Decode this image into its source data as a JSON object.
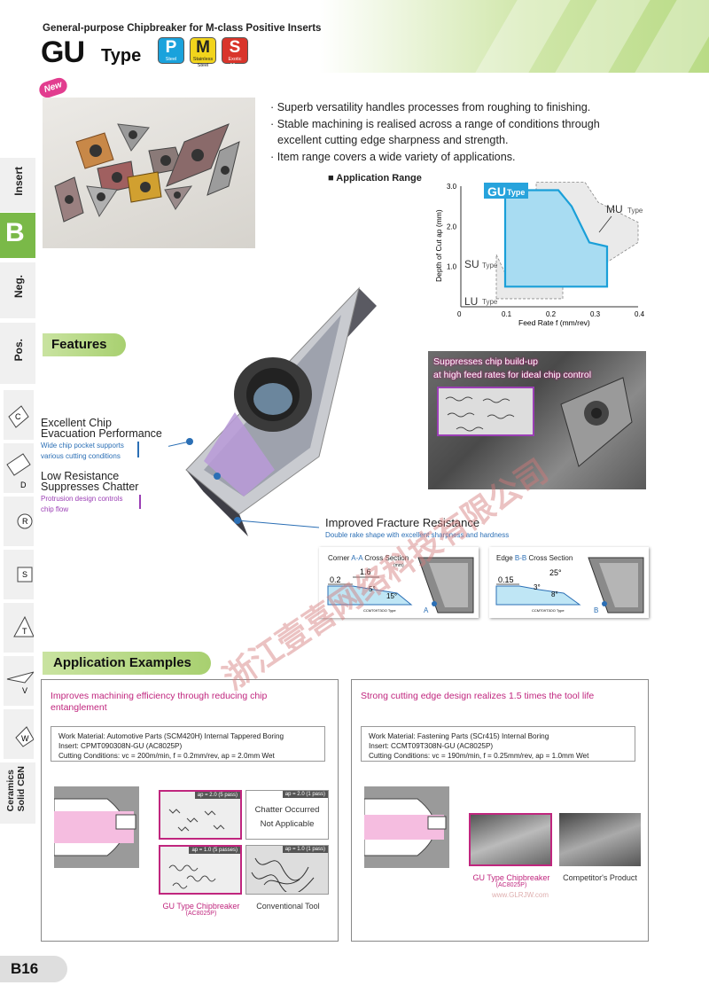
{
  "header": {
    "subtitle": "General-purpose Chipbreaker for M-class Positive Inserts",
    "title": "GU",
    "title_suffix": "Type",
    "badges": [
      {
        "letter": "P",
        "label": "Steel",
        "color": "#1aa2dc"
      },
      {
        "letter": "M",
        "label": "Stainless Steel",
        "color": "#f2d41c"
      },
      {
        "letter": "S",
        "label": "Exotic Alloy",
        "color": "#d9352b"
      }
    ]
  },
  "new_badge": "New",
  "sidebar": {
    "insert": "Insert",
    "active": "B",
    "neg": "Neg.",
    "pos": "Pos.",
    "shapes": [
      "C",
      "D",
      "R",
      "S",
      "T",
      "V",
      "W"
    ],
    "bottom": "Ceramics\nSolid CBN"
  },
  "bullets": [
    "· Superb versatility handles processes from roughing to finishing.",
    "· Stable machining is realised across a range of conditions through",
    "  excellent cutting edge sharpness and strength.",
    "· Item range covers a wide variety of applications."
  ],
  "chart_data": {
    "type": "area",
    "title": "Application Range",
    "xlabel": "Feed Rate f (mm/rev)",
    "ylabel": "Depth of Cut ap (mm)",
    "xlim": [
      0,
      0.4
    ],
    "ylim": [
      0,
      3.0
    ],
    "x_ticks": [
      "0",
      "0.1",
      "0.2",
      "0.3",
      "0.4"
    ],
    "y_ticks": [
      "1.0",
      "2.0",
      "3.0"
    ],
    "series": [
      {
        "name": "GU Type",
        "color": "#5bc6ec",
        "points": [
          [
            0.1,
            0.5
          ],
          [
            0.1,
            2.9
          ],
          [
            0.22,
            2.9
          ],
          [
            0.25,
            2.5
          ],
          [
            0.29,
            1.6
          ],
          [
            0.33,
            1.5
          ],
          [
            0.33,
            0.5
          ]
        ]
      },
      {
        "name": "MU Type",
        "color": "#d8d8d8",
        "points": [
          [
            0.17,
            0.9
          ],
          [
            0.17,
            3.1
          ],
          [
            0.28,
            3.1
          ],
          [
            0.31,
            2.6
          ],
          [
            0.4,
            2.1
          ],
          [
            0.4,
            1.6
          ],
          [
            0.3,
            0.9
          ]
        ]
      },
      {
        "name": "SU Type",
        "color": "#d8d8d8",
        "points": [
          [
            0.1,
            0.5
          ],
          [
            0.1,
            2.4
          ],
          [
            0.22,
            2.4
          ],
          [
            0.22,
            1.2
          ],
          [
            0.26,
            1.2
          ],
          [
            0.26,
            0.5
          ]
        ]
      },
      {
        "name": "LU Type",
        "color": "#d8d8d8",
        "points": [
          [
            0.08,
            0.2
          ],
          [
            0.08,
            1.3
          ],
          [
            0.11,
            0.6
          ],
          [
            0.23,
            0.6
          ],
          [
            0.23,
            0.2
          ]
        ]
      }
    ],
    "labels": {
      "gu": "GU",
      "gu_suffix": "Type",
      "mu": "MU",
      "su": "SU",
      "lu": "LU",
      "type": "Type"
    }
  },
  "features": {
    "heading": "Features",
    "evac_title_1": "Excellent Chip",
    "evac_title_2": "Evacuation Performance",
    "evac_desc_1": "Wide chip pocket supports",
    "evac_desc_2": "various cutting conditions",
    "chatter_title_1": "Low Resistance",
    "chatter_title_2": "Suppresses Chatter",
    "chatter_desc_1": "Protrusion design controls",
    "chatter_desc_2": "chip flow",
    "fracture_title": "Improved Fracture Resistance",
    "fracture_desc": "Double rake shape with excellent sharpness and hardness",
    "photo_caption_1": "Suppresses chip build-up",
    "photo_caption_2": "at high feed rates for ideal chip control"
  },
  "sections": {
    "corner_title_pre": "Corner ",
    "corner_title_hl": "A-A",
    "corner_title_post": " Cross Section",
    "corner_unit": "(mm)",
    "corner_v1": "0.2",
    "corner_v2": "1.6",
    "corner_a1": "5°",
    "corner_a2": "15°",
    "corner_marker": "A",
    "corner_code": "CCMT09T3OO Type",
    "edge_title_pre": "Edge ",
    "edge_title_hl": "B-B",
    "edge_title_post": " Cross Section",
    "edge_v1": "0.15",
    "edge_a1": "25°",
    "edge_a2": "3°",
    "edge_a3": "8°",
    "edge_marker": "B",
    "edge_code": "CCMT09T3OO Type"
  },
  "examples": {
    "heading": "Application Examples",
    "left": {
      "title_1": "Improves machining efficiency through reducing chip",
      "title_2": "entanglement",
      "line1": "Work Material: Automotive Parts (SCM420H) Internal Tappered Boring",
      "line2": "Insert: CPMT090308N-GU (AC8025P)",
      "line3": "Cutting Conditions: vc = 200m/min, f = 0.2mm/rev, ap = 2.0mm Wet",
      "tag_20_5": "ap = 2.0 (5 pass)",
      "tag_20_1": "ap = 2.0 (1 pass)",
      "tag_10_5": "ap = 1.0 (5 passes)",
      "tag_10_1": "ap = 1.0 (1 pass)",
      "chatter": "Chatter Occurred",
      "na": "Not Applicable",
      "gu_label": "GU Type Chipbreaker",
      "gu_grade": "(AC8025P)",
      "conv_label": "Conventional Tool"
    },
    "right": {
      "title": "Strong cutting edge design realizes 1.5 times the tool life",
      "line1": "Work Material: Fastening Parts (SCr415) Internal Boring",
      "line2": "Insert: CCMT09T308N-GU (AC8025P)",
      "line3": "Cutting Conditions: vc = 190m/min, f = 0.25mm/rev, ap = 1.0mm Wet",
      "gu_label": "GU Type Chipbreaker",
      "gu_grade": "(AC8025P)",
      "comp_label": "Competitor's Product"
    }
  },
  "watermark": "浙江壹喜网络科技有限公司",
  "watermark2": "www.GLRJW.com",
  "page_number": "B16"
}
